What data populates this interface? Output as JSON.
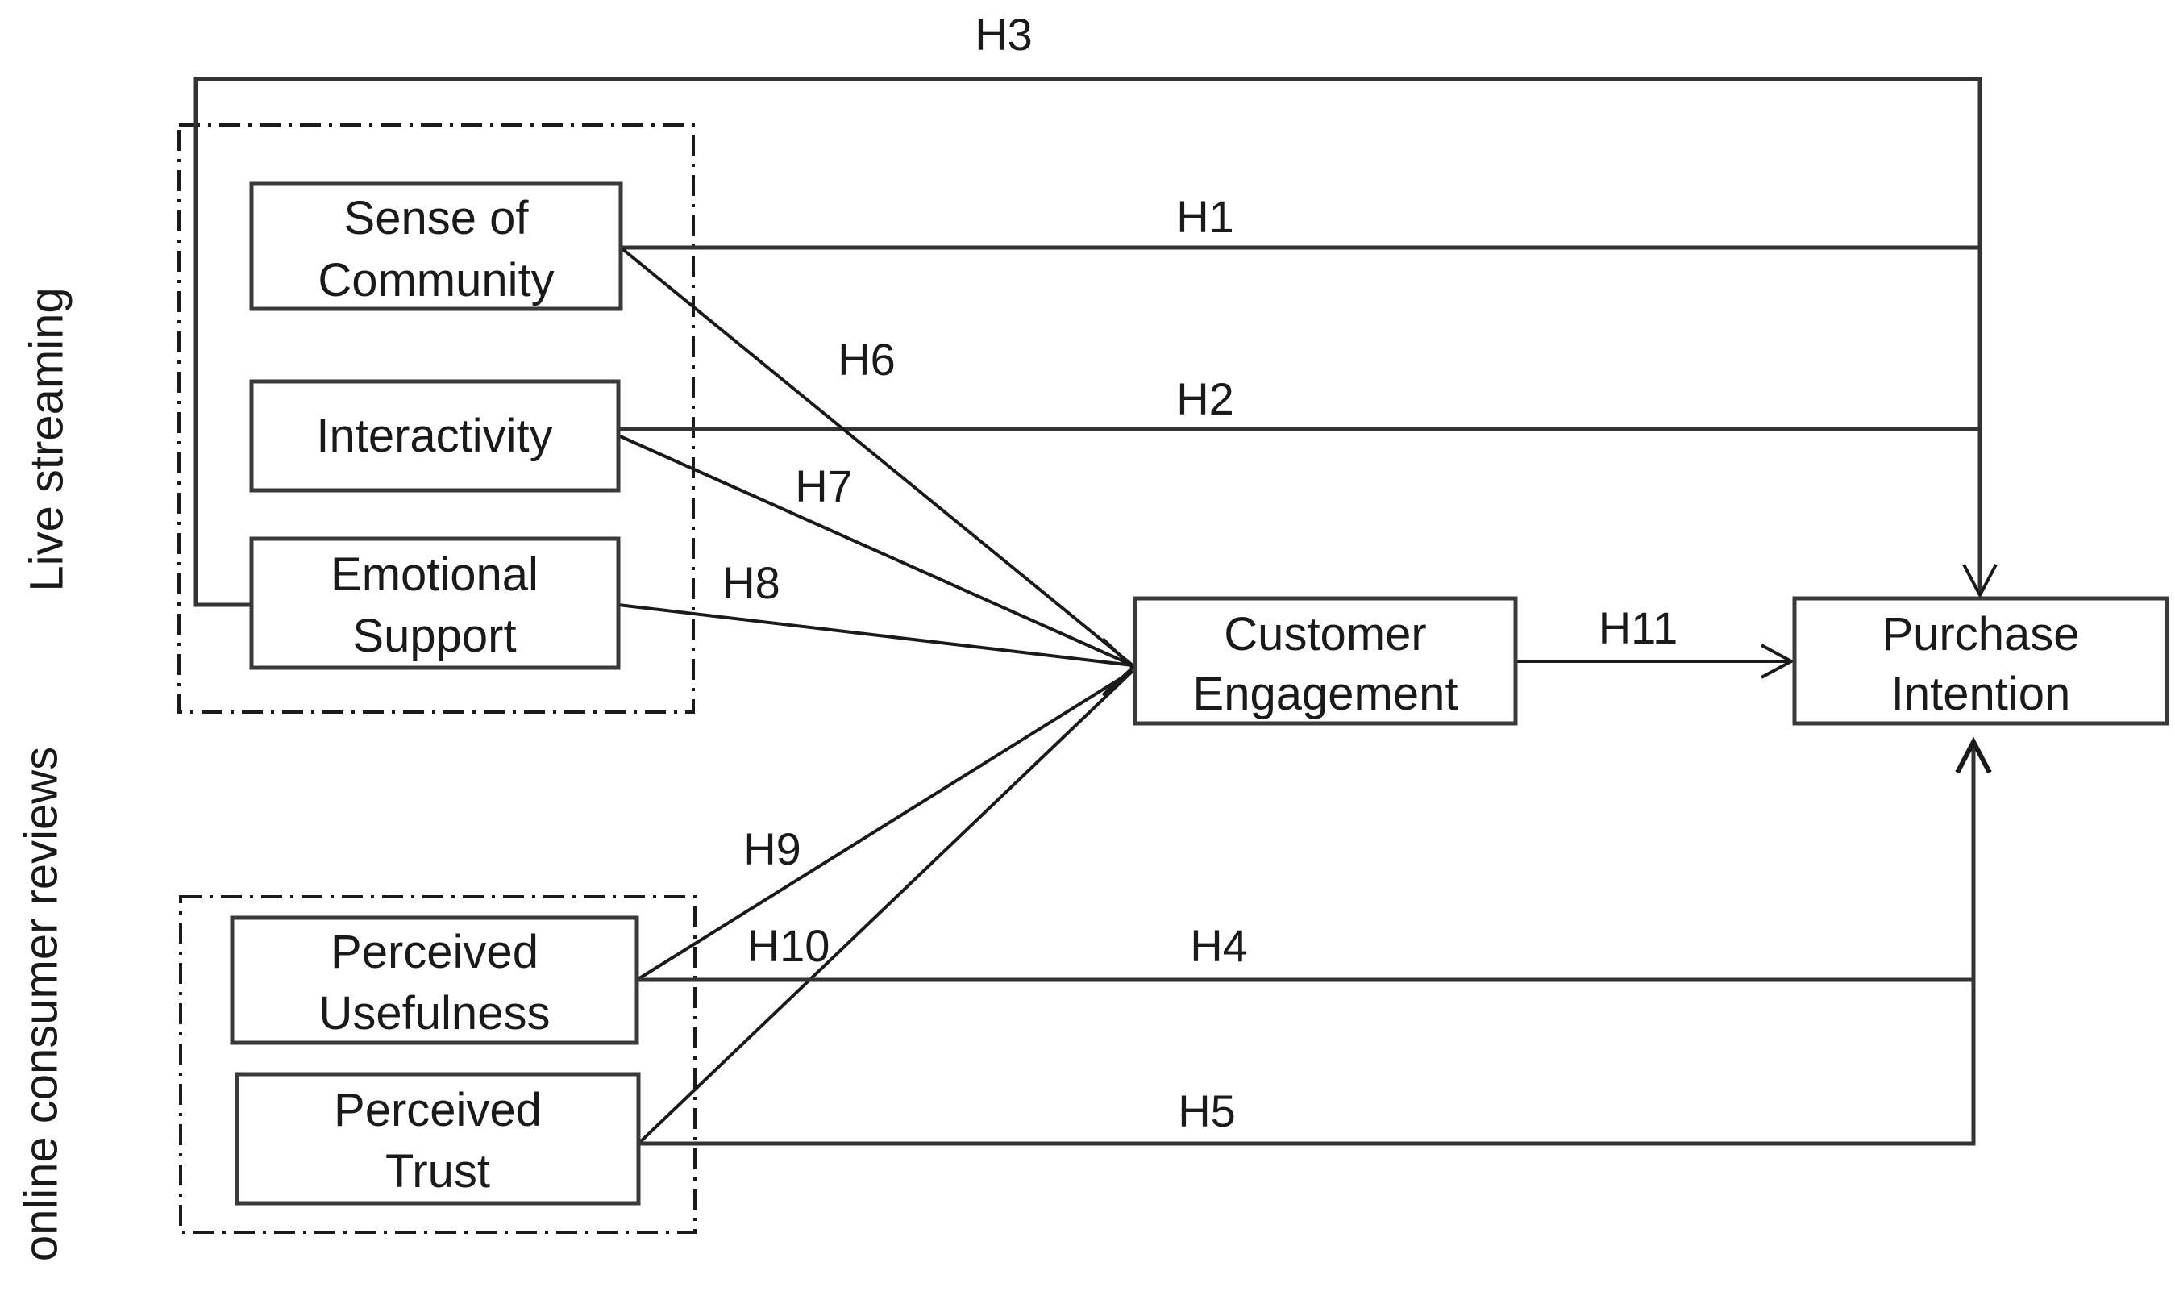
{
  "groups": {
    "live_streaming": "Live streaming",
    "online_reviews": "online consumer reviews"
  },
  "nodes": {
    "sense_of_community": [
      "Sense of",
      "Community"
    ],
    "interactivity": [
      "Interactivity"
    ],
    "emotional_support": [
      "Emotional",
      "Support"
    ],
    "perceived_usefulness": [
      "Perceived",
      "Usefulness"
    ],
    "perceived_trust": [
      "Perceived",
      "Trust"
    ],
    "customer_engagement": [
      "Customer",
      "Engagement"
    ],
    "purchase_intention": [
      "Purchase",
      "Intention"
    ]
  },
  "hypotheses": {
    "h1": "H1",
    "h2": "H2",
    "h3": "H3",
    "h4": "H4",
    "h5": "H5",
    "h6": "H6",
    "h7": "H7",
    "h8": "H8",
    "h9": "H9",
    "h10": "H10",
    "h11": "H11"
  },
  "colors": {
    "line": "#333333",
    "text": "#1a1a1a",
    "background": "#ffffff"
  }
}
